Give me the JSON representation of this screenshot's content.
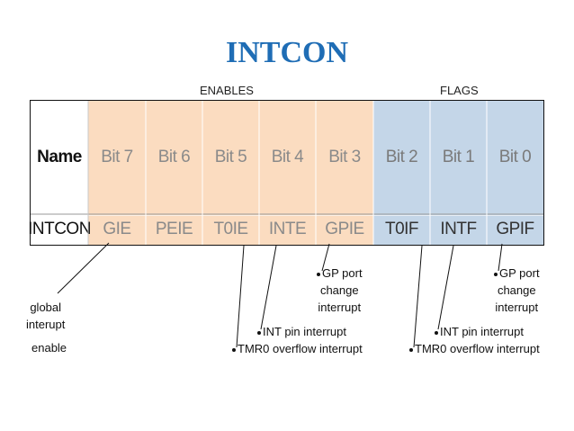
{
  "title": "INTCON",
  "enables_label": "ENABLES",
  "flags_label": "FLAGS",
  "header": {
    "name": "Name",
    "bits": [
      "Bit 7",
      "Bit 6",
      "Bit 5",
      "Bit 4",
      "Bit 3",
      "Bit 2",
      "Bit 1",
      "Bit 0"
    ]
  },
  "row": {
    "name": "INTCON",
    "values": [
      "GIE",
      "PEIE",
      "T0IE",
      "INTE",
      "GPIE",
      "T0IF",
      "INTF",
      "GPIF"
    ]
  },
  "annotations": {
    "gie_line1": "global",
    "gie_line2": "interupt",
    "gie_line3": "enable",
    "gp_port_enable_1": "GP port",
    "gp_port_enable_2": "change",
    "gp_port_enable_3": "interrupt",
    "int_pin_enable": "INT pin interrupt",
    "tmr0_enable": "TMR0 overflow interrupt",
    "gp_port_flag_1": "GP port",
    "gp_port_flag_2": "change",
    "gp_port_flag_3": "interrupt",
    "int_pin_flag": "INT pin interrupt",
    "tmr0_flag": "TMR0 overflow interrupt"
  },
  "colors": {
    "enables_fill": "#fbdcc0",
    "flags_fill": "#c4d6e8",
    "title_color": "#1f6db5"
  }
}
